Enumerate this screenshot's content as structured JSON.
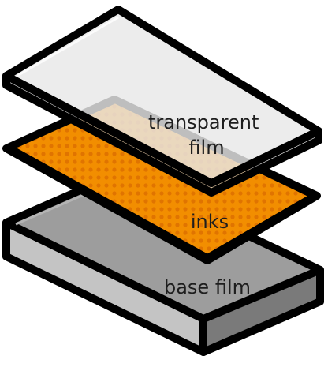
{
  "diagram": {
    "layers": [
      {
        "id": "transparent-film",
        "label_lines": [
          "transparent",
          "film"
        ],
        "fill": "#e8e8e8",
        "fill_opacity": 0.82
      },
      {
        "id": "inks",
        "label_lines": [
          "inks"
        ],
        "fill": "#f28e00",
        "dot_color": "#e07400"
      },
      {
        "id": "base-film",
        "label_lines": [
          "base film"
        ],
        "top_fill": "#9d9d9d",
        "front_fill": "#c4c4c4",
        "side_fill": "#7a7a7a"
      }
    ],
    "outline_color": "#000000"
  }
}
